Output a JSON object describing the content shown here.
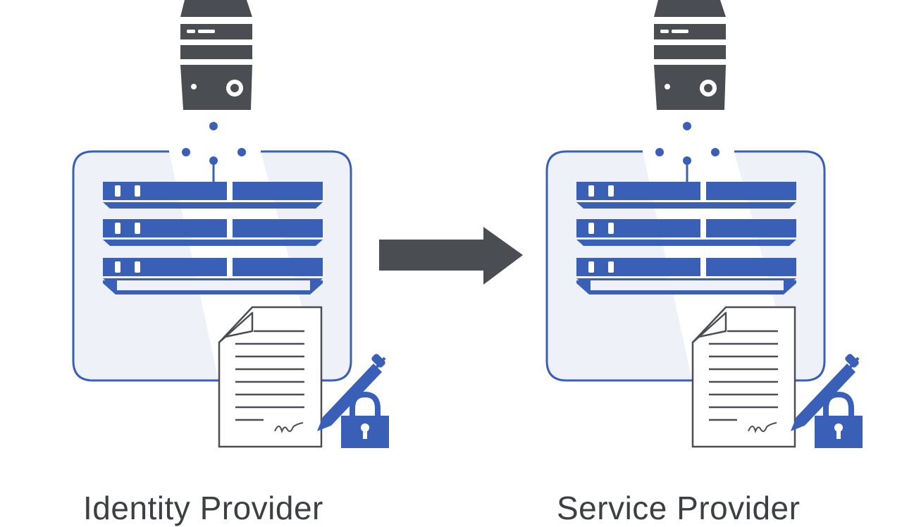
{
  "diagram": {
    "nodes": [
      {
        "id": "identity-provider",
        "caption": "Identity Provider"
      },
      {
        "id": "service-provider",
        "caption": "Service Provider"
      }
    ],
    "edge": {
      "from": "identity-provider",
      "to": "service-provider",
      "style": "arrow"
    }
  },
  "colors": {
    "server_dark": "#4a4d52",
    "accent_blue": "#3a5fb7",
    "panel_fill": "#eef1f7",
    "document_outline": "#4a4d52",
    "arrow": "#4a4d52"
  },
  "icons": [
    "server-tower-icon",
    "server-rack-icon",
    "signed-document-icon",
    "pen-icon",
    "padlock-icon",
    "arrow-right-icon"
  ]
}
